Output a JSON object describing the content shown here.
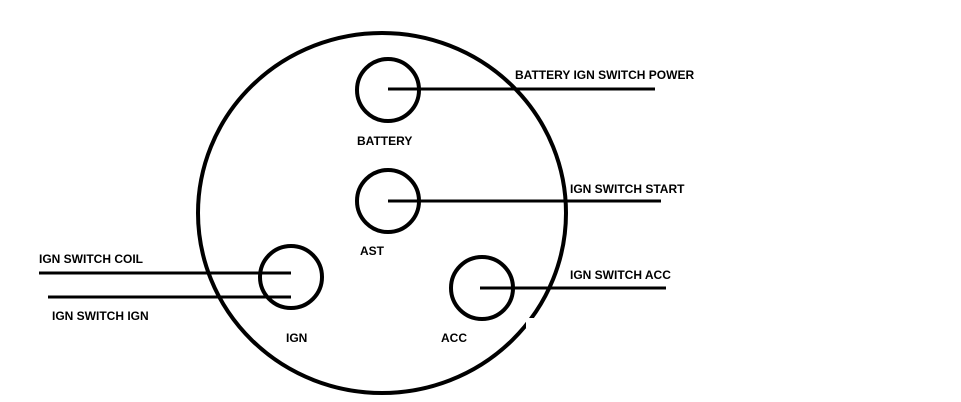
{
  "diagram": {
    "terminals": {
      "battery": {
        "label": "BATTERY"
      },
      "ast": {
        "label": "AST"
      },
      "ign": {
        "label": "IGN"
      },
      "acc": {
        "label": "ACC"
      }
    },
    "wires": {
      "battery_power": {
        "label": "BATTERY IGN SWITCH POWER"
      },
      "start": {
        "label": "IGN SWITCH START"
      },
      "acc": {
        "label": "IGN SWITCH ACC"
      },
      "coil": {
        "label": "IGN SWITCH COIL"
      },
      "ign": {
        "label": "IGN SWITCH IGN"
      }
    },
    "colors": {
      "line": "#000000",
      "background": "#ffffff"
    }
  }
}
